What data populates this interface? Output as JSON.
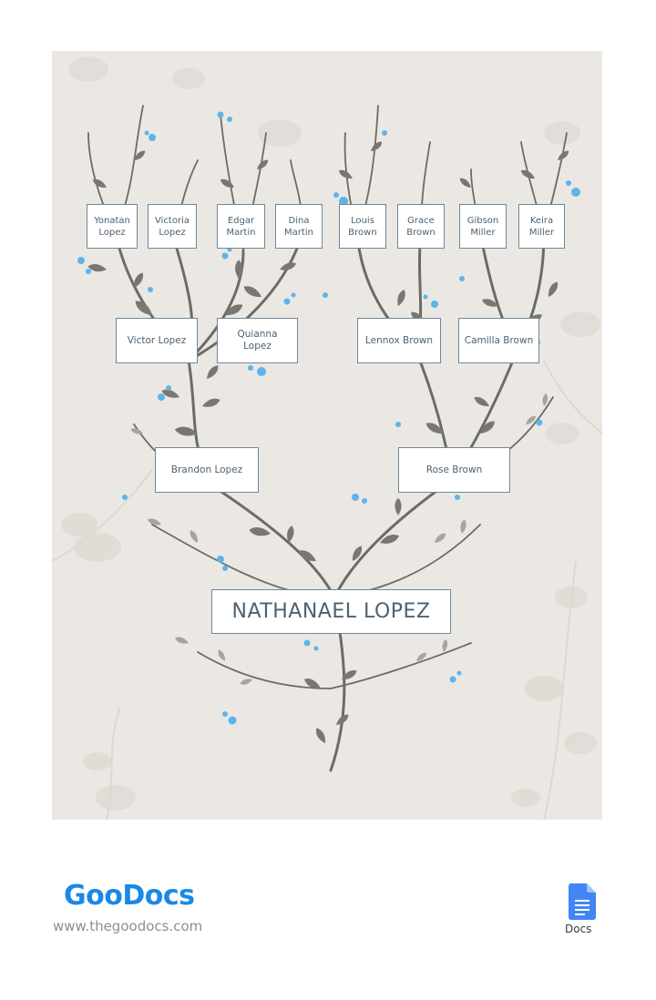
{
  "tree": {
    "root": "NATHANAEL LOPEZ",
    "parents": {
      "father": "Brandon Lopez",
      "mother": "Rose Brown"
    },
    "grandparents": {
      "paternal_grandfather": "Victor Lopez",
      "paternal_grandmother": "Quianna\nLopez",
      "maternal_grandfather": "Lennox Brown",
      "maternal_grandmother": "Camilla Brown"
    },
    "great_grandparents": [
      "Yonatan\nLopez",
      "Victoria\nLopez",
      "Edgar\nMartin",
      "Dina\nMartin",
      "Louis\nBrown",
      "Grace\nBrown",
      "Gibson\nMiller",
      "Keira\nMiller"
    ]
  },
  "footer": {
    "brand": "GooDocs",
    "url": "www.thegoodocs.com",
    "app_label": "Docs",
    "app_icon": "google-docs-icon"
  },
  "colors": {
    "background": "#ebe8e3",
    "branch": "#6e6b67",
    "leaf_dark": "#7a7672",
    "berry": "#5db4ea",
    "box_border": "#6f8899",
    "brand_blue": "#1a88e6"
  }
}
